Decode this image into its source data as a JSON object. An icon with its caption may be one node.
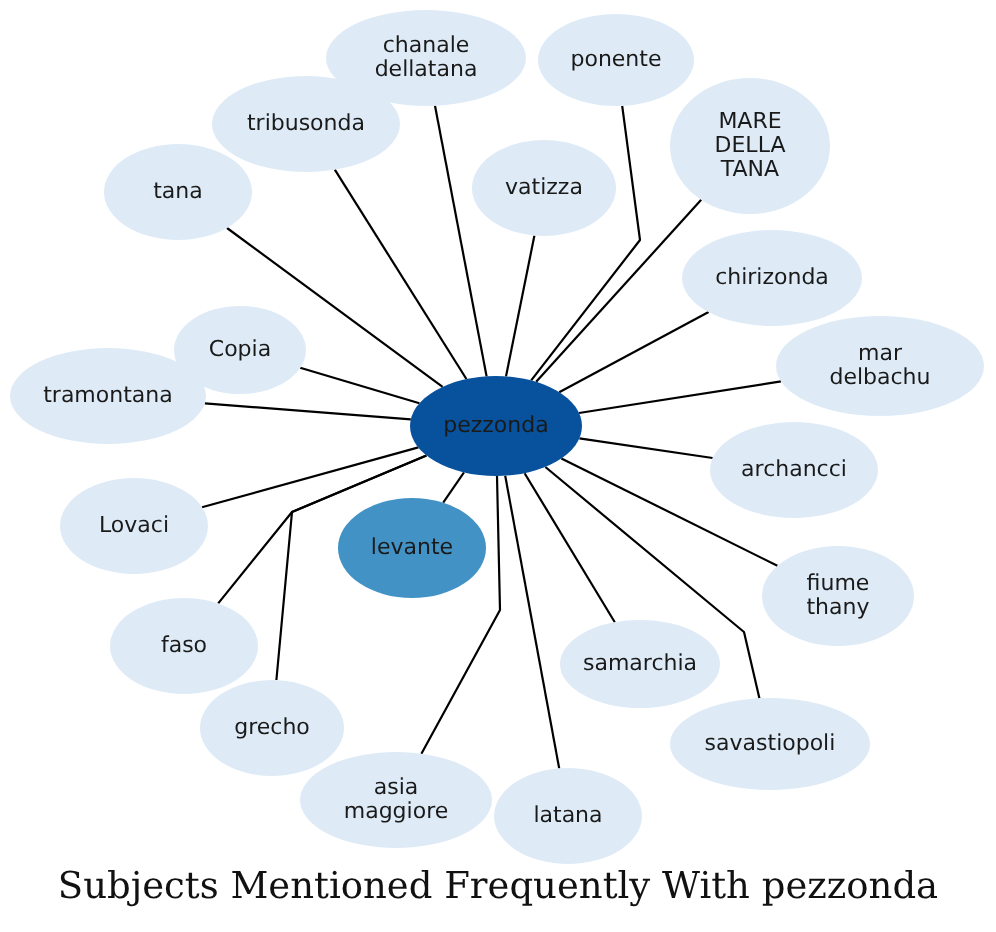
{
  "diagram": {
    "title": "Subjects Mentioned Frequently With pezzonda",
    "nodes": [
      {
        "text": [
          "chanale dellatana"
        ]
      },
      {
        "text": [
          "ponente"
        ]
      },
      {
        "text": [
          "tribusonda"
        ]
      },
      {
        "text": [
          "MARE DELLA TANA"
        ]
      },
      {
        "text": [
          "vatizza"
        ]
      },
      {
        "text": [
          "tana"
        ]
      },
      {
        "text": [
          "chirizonda"
        ]
      },
      {
        "text": [
          "Copia"
        ]
      },
      {
        "text": [
          "mar delbachu"
        ]
      },
      {
        "text": [
          "tramontana"
        ]
      },
      {
        "text": [
          "pezzonda"
        ]
      },
      {
        "text": [
          "archancci"
        ]
      },
      {
        "text": [
          "Lovaci"
        ]
      },
      {
        "text": [
          "levante"
        ]
      },
      {
        "text": [
          "fiume thany"
        ]
      },
      {
        "text": [
          "faso"
        ]
      },
      {
        "text": [
          "samarchia"
        ]
      },
      {
        "text": [
          "grecho"
        ]
      },
      {
        "text": [
          "savastiopoli"
        ]
      },
      {
        "text": [
          "asia maggiore"
        ]
      },
      {
        "text": [
          "latana"
        ]
      }
    ],
    "edges": [
      {
        "from": 10,
        "to": 0,
        "arrow": "none"
      },
      {
        "from": 10,
        "to": 1,
        "arrow": "none"
      },
      {
        "from": 10,
        "to": 2,
        "arrow": "none"
      },
      {
        "from": 10,
        "to": 3,
        "arrow": "none"
      },
      {
        "from": 10,
        "to": 4,
        "arrow": "none"
      },
      {
        "from": 10,
        "to": 5,
        "arrow": "none"
      },
      {
        "from": 10,
        "to": 6,
        "arrow": "none"
      },
      {
        "from": 10,
        "to": 7,
        "arrow": "none"
      },
      {
        "from": 10,
        "to": 8,
        "arrow": "none"
      },
      {
        "from": 10,
        "to": 9,
        "arrow": "none"
      },
      {
        "from": 10,
        "to": 11,
        "arrow": "none"
      },
      {
        "from": 10,
        "to": 12,
        "arrow": "none"
      },
      {
        "from": 10,
        "to": 13,
        "arrow": "none"
      },
      {
        "from": 10,
        "to": 14,
        "arrow": "none"
      },
      {
        "from": 10,
        "to": 15,
        "arrow": "none"
      },
      {
        "from": 10,
        "to": 16,
        "arrow": "none"
      },
      {
        "from": 10,
        "to": 17,
        "arrow": "none"
      },
      {
        "from": 10,
        "to": 18,
        "arrow": "none"
      },
      {
        "from": 10,
        "to": 19,
        "arrow": "none"
      },
      {
        "from": 10,
        "to": 20,
        "arrow": "none"
      }
    ]
  }
}
